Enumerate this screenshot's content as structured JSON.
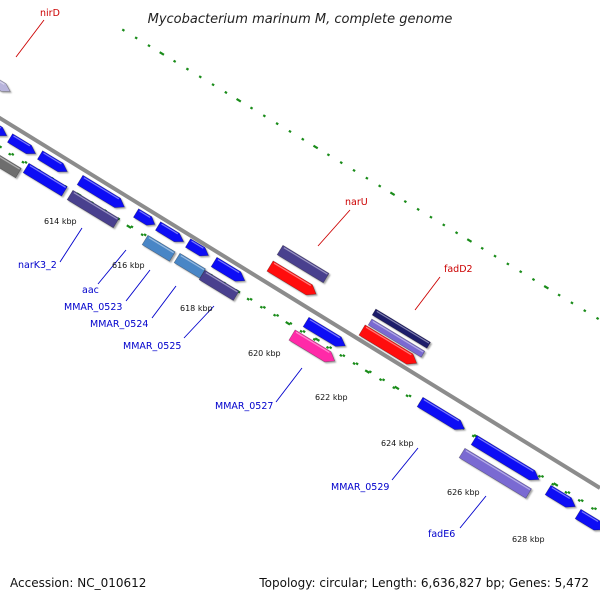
{
  "title": "Mycobacterium marinum M, complete genome",
  "footer": {
    "accession": "Accession: NC_010612",
    "summary": "Topology: circular; Length: 6,636,827 bp; Genes: 5,472"
  },
  "colors": {
    "blue": "#0a0af5",
    "slate": "#4a3f8e",
    "purple": "#7a6bd2",
    "navy": "#1e1a6a",
    "red": "#ff0a0a",
    "pink": "#ff2aa8",
    "steel": "#4a86c6",
    "grey": "#6e6e6e",
    "lavender": "#b8b4dc",
    "backbone": "#8c8c8c",
    "dots": "#1a8c1a",
    "label_red": "#cc0000",
    "label_blue": "#0000cc"
  },
  "ticks": [
    "614 kbp",
    "616 kbp",
    "618 kbp",
    "620 kbp",
    "622 kbp",
    "624 kbp",
    "626 kbp",
    "628 kbp"
  ],
  "labels": [
    {
      "text": "nirD",
      "color": "red"
    },
    {
      "text": "narU",
      "color": "red"
    },
    {
      "text": "fadD2",
      "color": "red"
    },
    {
      "text": "narK3_2",
      "color": "blue"
    },
    {
      "text": "aac",
      "color": "blue"
    },
    {
      "text": "MMAR_0523",
      "color": "blue"
    },
    {
      "text": "MMAR_0524",
      "color": "blue"
    },
    {
      "text": "MMAR_0525",
      "color": "blue"
    },
    {
      "text": "MMAR_0527",
      "color": "blue"
    },
    {
      "text": "MMAR_0529",
      "color": "blue"
    },
    {
      "text": "fadE6",
      "color": "blue"
    }
  ]
}
